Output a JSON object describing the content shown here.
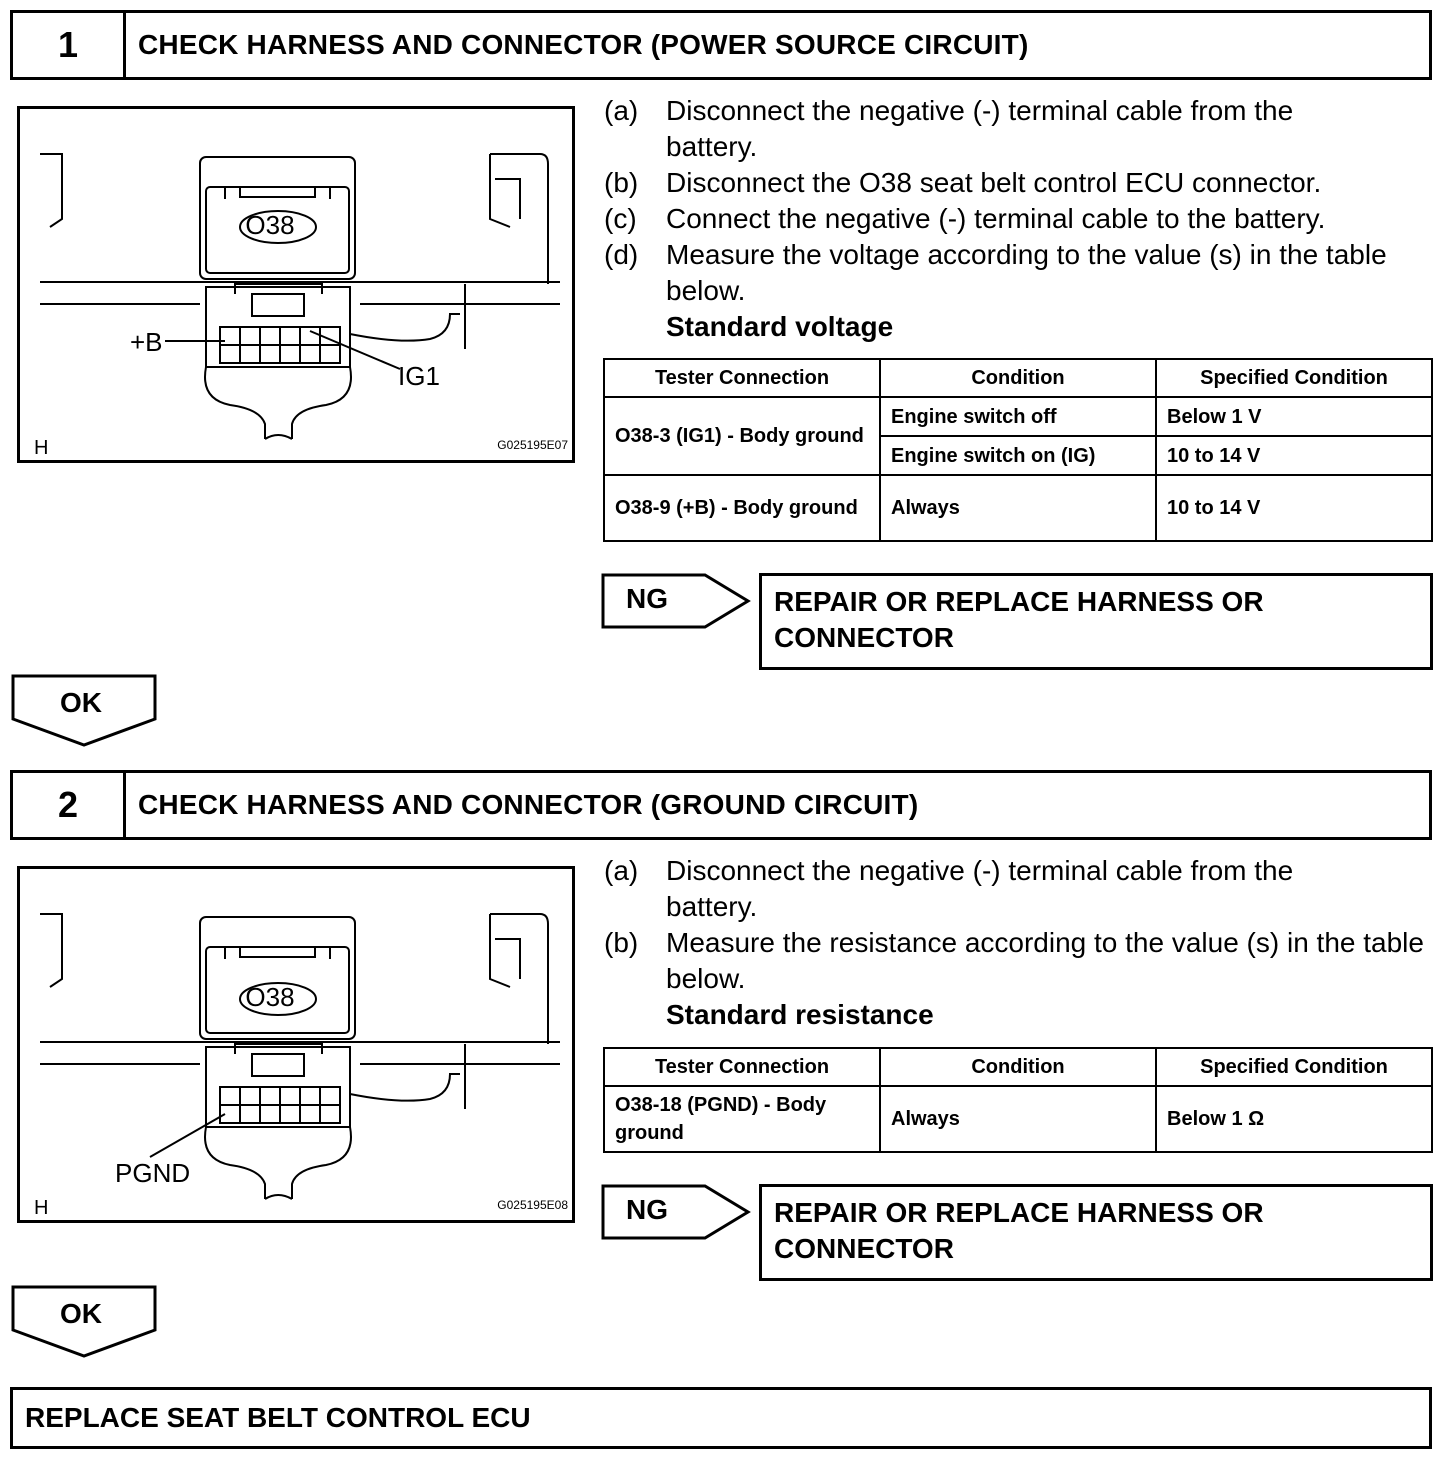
{
  "step1": {
    "number": "1",
    "title": "CHECK HARNESS AND CONNECTOR (POWER SOURCE CIRCUIT)",
    "figure": {
      "connector_label": "O38",
      "callout_left": "+B",
      "callout_right": "IG1",
      "corner_letter": "H",
      "figure_id": "G025195E07"
    },
    "instructions": [
      {
        "letter": "(a)",
        "text": "Disconnect the negative (-) terminal cable from the battery."
      },
      {
        "letter": "(b)",
        "text": "Disconnect the O38 seat belt control ECU connector."
      },
      {
        "letter": "(c)",
        "text": "Connect the negative (-) terminal cable to the battery."
      },
      {
        "letter": "(d)",
        "text": "Measure the voltage according to the value (s) in the table below."
      }
    ],
    "standard_label": "Standard voltage",
    "table": {
      "headers": [
        "Tester Connection",
        "Condition",
        "Specified Condition"
      ],
      "rows": [
        {
          "connection": "O38-3 (IG1) - Body ground",
          "conditions": [
            {
              "condition": "Engine switch off",
              "spec": "Below 1 V"
            },
            {
              "condition": "Engine switch on (IG)",
              "spec": "10 to 14 V"
            }
          ]
        },
        {
          "connection": "O38-9 (+B) - Body ground",
          "conditions": [
            {
              "condition": "Always",
              "spec": "10 to 14 V"
            }
          ]
        }
      ]
    },
    "ng_label": "NG",
    "ng_action": "REPAIR OR REPLACE HARNESS OR CONNECTOR",
    "ok_label": "OK"
  },
  "step2": {
    "number": "2",
    "title": "CHECK HARNESS AND CONNECTOR (GROUND CIRCUIT)",
    "figure": {
      "connector_label": "O38",
      "callout_left": "PGND",
      "corner_letter": "H",
      "figure_id": "G025195E08"
    },
    "instructions": [
      {
        "letter": "(a)",
        "text": "Disconnect the negative (-) terminal cable from the battery."
      },
      {
        "letter": "(b)",
        "text": "Measure the resistance according to the value (s) in the table below."
      }
    ],
    "standard_label": "Standard resistance",
    "table": {
      "headers": [
        "Tester Connection",
        "Condition",
        "Specified Condition"
      ],
      "rows": [
        {
          "connection": "O38-18 (PGND) - Body ground",
          "condition": "Always",
          "spec": "Below 1 Ω"
        }
      ]
    },
    "ng_label": "NG",
    "ng_action": "REPAIR OR REPLACE HARNESS OR CONNECTOR",
    "ok_label": "OK"
  },
  "final": {
    "text": "REPLACE SEAT BELT CONTROL ECU"
  }
}
